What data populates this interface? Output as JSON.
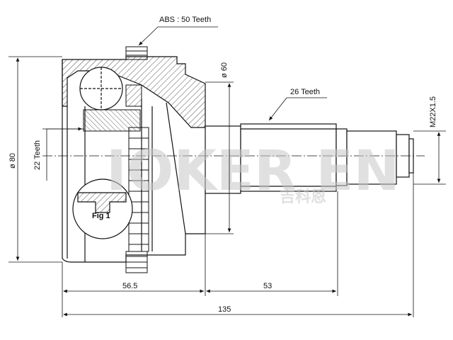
{
  "labels": {
    "abs_teeth": "ABS : 50 Teeth",
    "shaft_teeth": "26 Teeth",
    "inner_teeth": "22 Teeth",
    "dia_80": "ø 80",
    "dia_60": "ø 60",
    "thread": "M22X1.5",
    "fig": "Fig 1",
    "dim_56_5": "56.5",
    "dim_53": "53",
    "dim_135": "135"
  },
  "watermark": {
    "text": "IOKER EN",
    "subtext": "吉科恩"
  }
}
